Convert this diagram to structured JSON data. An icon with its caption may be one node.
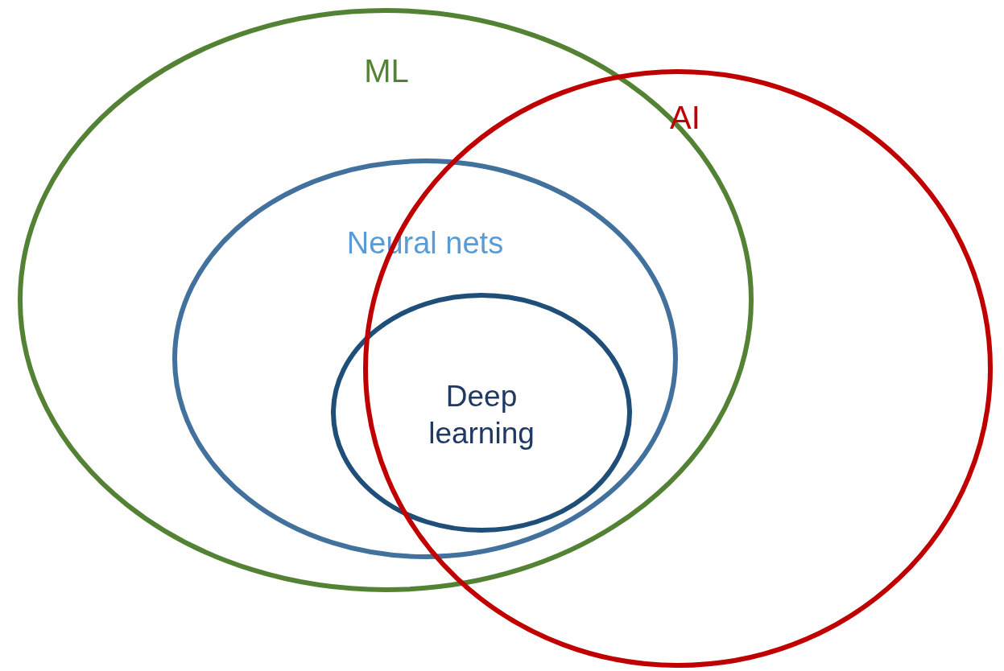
{
  "diagram": {
    "nodes": [
      {
        "text": [
          "ML"
        ]
      },
      {
        "text": [
          "Neural nets"
        ],
        "in": 0
      },
      {
        "text": [
          "Deep learning"
        ],
        "in": 1
      },
      {
        "text": [
          "AI"
        ]
      }
    ],
    "edges": []
  }
}
